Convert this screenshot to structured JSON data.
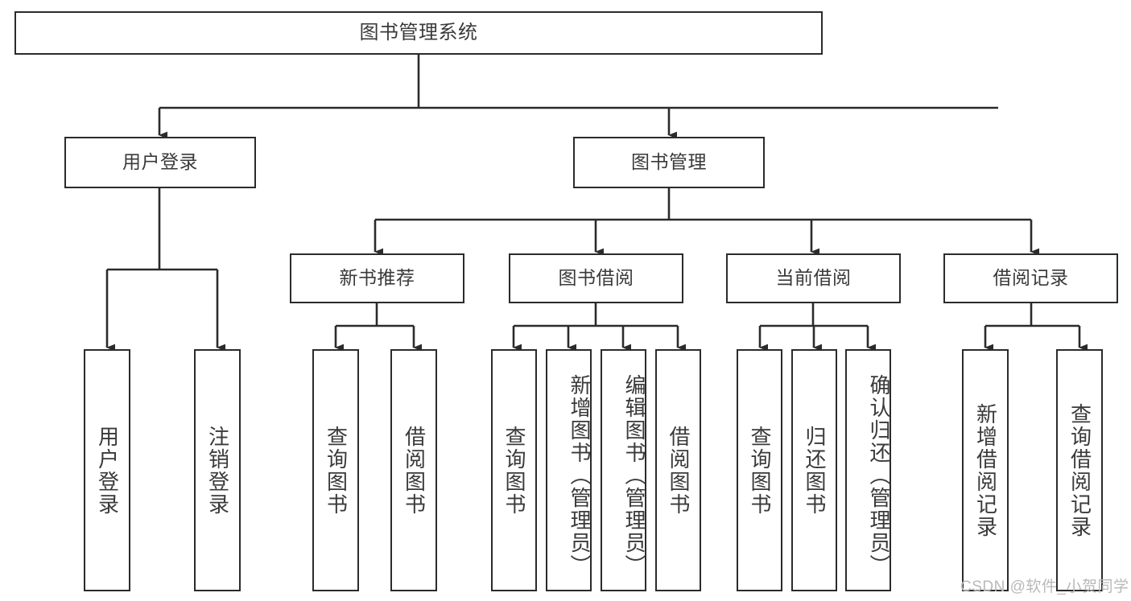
{
  "diagram": {
    "title": "图书管理系统",
    "type": "tree-hierarchy",
    "orientation": "top-down",
    "colors": {
      "box_border": "#2b2b2b",
      "box_fill": "#ffffff",
      "edge": "#2b2b2b",
      "text": "#3a3a3a",
      "background": "#ffffff",
      "watermark": "#b9b9b9"
    }
  },
  "nodes": {
    "root": {
      "label": "图书管理系统"
    },
    "level2": [
      {
        "id": "user-login",
        "label": "用户登录"
      },
      {
        "id": "book-manage",
        "label": "图书管理"
      }
    ],
    "level3": [
      {
        "id": "new-book-recommend",
        "label": "新书推荐"
      },
      {
        "id": "book-borrow",
        "label": "图书借阅"
      },
      {
        "id": "current-borrow",
        "label": "当前借阅"
      },
      {
        "id": "borrow-record",
        "label": "借阅记录"
      }
    ],
    "leaves": {
      "user-login": [
        {
          "id": "leaf-user-login",
          "label": "用户登录"
        },
        {
          "id": "leaf-logout-login",
          "label": "注销登录"
        }
      ],
      "new-book-recommend": [
        {
          "id": "leaf-query-book-1",
          "label": "查询图书"
        },
        {
          "id": "leaf-borrow-book-1",
          "label": "借阅图书"
        }
      ],
      "book-borrow": [
        {
          "id": "leaf-query-book-2",
          "label": "查询图书"
        },
        {
          "id": "leaf-add-book-admin",
          "label": "新增图书（管理员）"
        },
        {
          "id": "leaf-edit-book-admin",
          "label": "编辑图书（管理员）"
        },
        {
          "id": "leaf-borrow-book-2",
          "label": "借阅图书"
        }
      ],
      "current-borrow": [
        {
          "id": "leaf-query-book-3",
          "label": "查询图书"
        },
        {
          "id": "leaf-return-book",
          "label": "归还图书"
        },
        {
          "id": "leaf-confirm-return-admin",
          "label": "确认归还（管理员）"
        }
      ],
      "borrow-record": [
        {
          "id": "leaf-add-borrow-record",
          "label": "新增借阅记录"
        },
        {
          "id": "leaf-query-borrow-record",
          "label": "查询借阅记录"
        }
      ]
    }
  },
  "watermark": {
    "text": "CSDN @软件_小贺同学"
  }
}
